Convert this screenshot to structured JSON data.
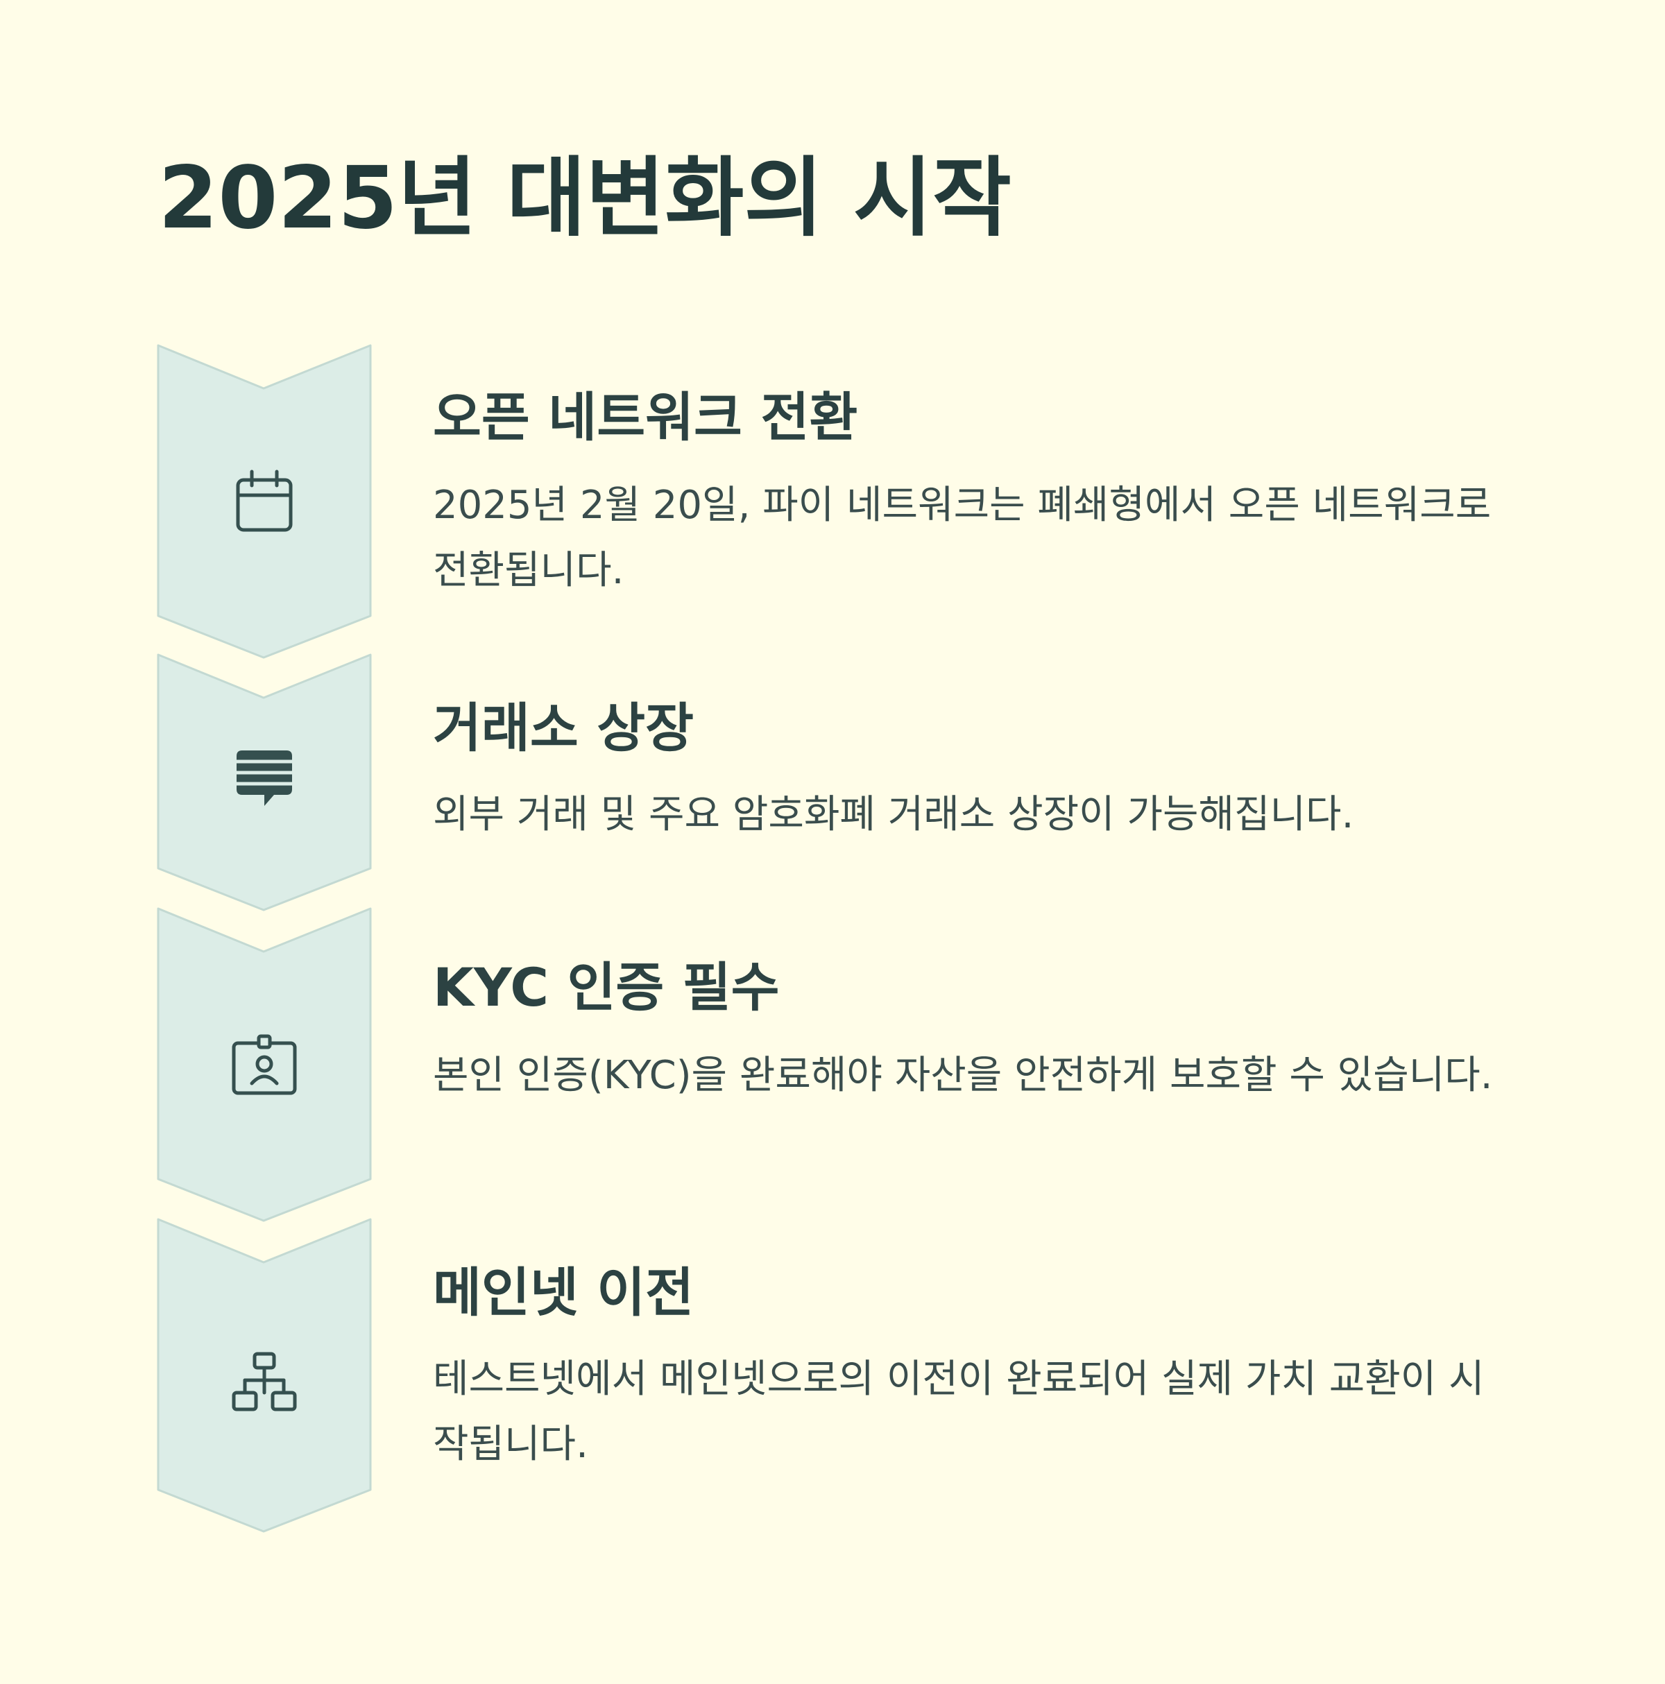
{
  "title": "2025년 대변화의 시작",
  "steps": [
    {
      "title": "오픈 네트워크 전환",
      "description": "2025년 2월 20일, 파이 네트워크는 폐쇄형에서 오픈 네트워크로 전환됩니다.",
      "icon": "calendar-icon"
    },
    {
      "title": "거래소 상장",
      "description": "외부 거래 및 주요 암호화폐 거래소 상장이 가능해집니다.",
      "icon": "chat-message-icon"
    },
    {
      "title": "KYC 인증 필수",
      "description": "본인 인증(KYC)을 완료해야 자산을 안전하게 보호할 수 있습니다.",
      "icon": "id-badge-icon"
    },
    {
      "title": "메인넷 이전",
      "description": "테스트넷에서 메인넷으로의 이전이 완료되어 실제 가치 교환이 시작됩니다.",
      "icon": "network-icon"
    }
  ],
  "colors": {
    "background": "#fffde8",
    "chevron_fill": "#dcede7",
    "chevron_stroke": "#c3d9d2",
    "text_dark": "#233a3a",
    "icon": "#35504f"
  }
}
